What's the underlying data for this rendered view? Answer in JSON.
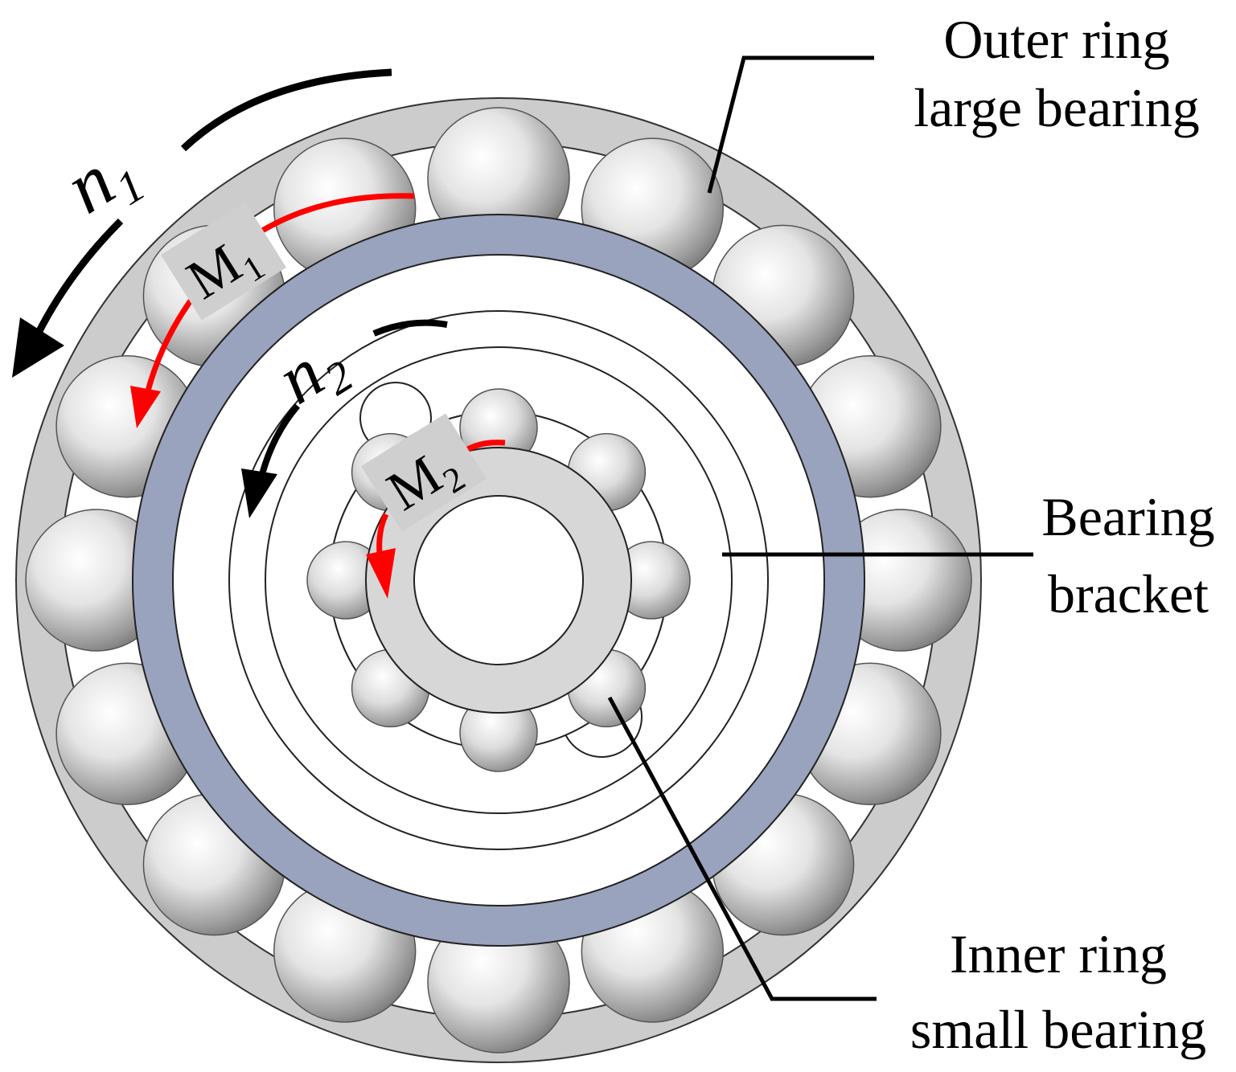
{
  "labels": {
    "outer_line1": "Outer ring",
    "outer_line2": "large bearing",
    "bracket_line1": "Bearing",
    "bracket_line2": "bracket",
    "inner_line1": "Inner ring",
    "inner_line2": "small bearing"
  },
  "symbols": {
    "n": "n",
    "n1_sub": "1",
    "n2_sub": "2",
    "m": "M",
    "m1_sub": "1",
    "m2_sub": "2"
  },
  "colors": {
    "outer_ring": "#cccccc",
    "bracket_band": "#9aa3bd",
    "inner_ring": "#d7d7d7",
    "ball": "#bdbdbd",
    "torque_arrow": "#ff0000",
    "speed_arrow": "#000000",
    "symbol_box": "#cfcfcf"
  }
}
